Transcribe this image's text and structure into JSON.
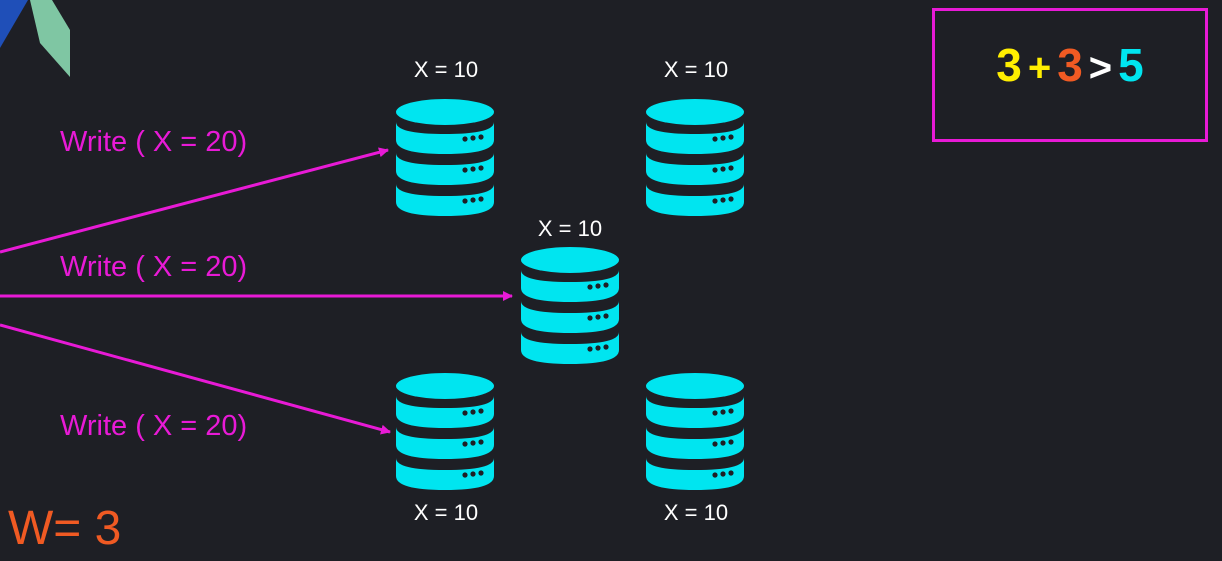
{
  "colors": {
    "background": "#1e1f25",
    "accent_magenta": "#e81ad6",
    "database_cyan": "#00e5f0",
    "yellow": "#ffee00",
    "orange": "#f05a23",
    "white": "#ffffff"
  },
  "icons": {
    "database": "database-icon",
    "logo": "logo-ribbon-icon"
  },
  "nodes": [
    {
      "id": "top-left",
      "label": "X = 10"
    },
    {
      "id": "top-right",
      "label": "X = 10"
    },
    {
      "id": "center",
      "label": "X = 10"
    },
    {
      "id": "bottom-left",
      "label": "X = 10"
    },
    {
      "id": "bottom-right",
      "label": "X = 10"
    }
  ],
  "writes": [
    {
      "label": "Write ( X = 20)",
      "target": "top-left"
    },
    {
      "label": "Write ( X = 20)",
      "target": "center"
    },
    {
      "label": "Write ( X = 20)",
      "target": "bottom-left"
    }
  ],
  "formula": {
    "term1": "3",
    "plus": "+",
    "term2": "3",
    "gt": ">",
    "term3": "5"
  },
  "write_quorum": {
    "label": "W= 3"
  }
}
